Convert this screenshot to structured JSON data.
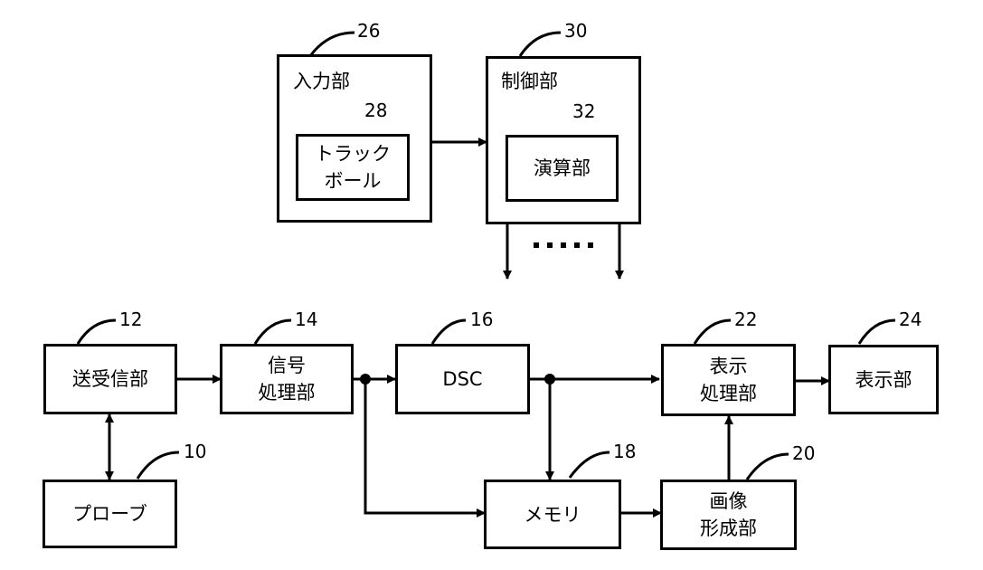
{
  "blocks": {
    "input_unit": {
      "label": "入力部",
      "ref": "26"
    },
    "trackball": {
      "label": "トラック\nボール",
      "ref": "28"
    },
    "control_unit": {
      "label": "制御部",
      "ref": "30"
    },
    "arithmetic_unit": {
      "label": "演算部",
      "ref": "32"
    },
    "transceiver": {
      "label": "送受信部",
      "ref": "12"
    },
    "probe": {
      "label": "プローブ",
      "ref": "10"
    },
    "signal_processor": {
      "label": "信号\n処理部",
      "ref": "14"
    },
    "dsc": {
      "label": "DSC",
      "ref": "16"
    },
    "memory": {
      "label": "メモリ",
      "ref": "18"
    },
    "image_former": {
      "label": "画像\n形成部",
      "ref": "20"
    },
    "display_processor": {
      "label": "表示\n処理部",
      "ref": "22"
    },
    "display": {
      "label": "表示部",
      "ref": "24"
    }
  }
}
